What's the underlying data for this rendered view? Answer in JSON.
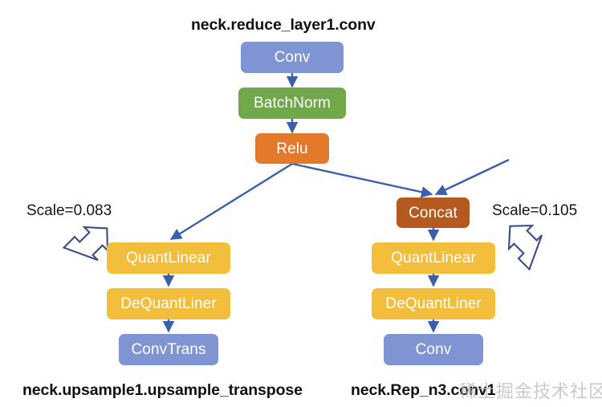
{
  "diagram": {
    "titles": {
      "top": "neck.reduce_layer1.conv",
      "bottom_left": "neck.upsample1.upsample_transpose",
      "bottom_right": "neck.Rep_n3.conv1"
    },
    "watermark": "稀土掘金技术社区",
    "annotations": {
      "left_scale": "Scale=0.083",
      "right_scale": "Scale=0.105"
    },
    "colors": {
      "conv_blue": "#8094D3",
      "batchnorm_green": "#70A84B",
      "relu_orange": "#E3792B",
      "concat_brown": "#B45A20",
      "quant_yellow": "#F2BE3C",
      "edge_blue": "#3B5FA8",
      "hollow_arrow_outline": "#3B4C87",
      "text_white": "#FFFFFF",
      "label_black": "#111111"
    },
    "nodes": {
      "conv_top": "Conv",
      "batchnorm": "BatchNorm",
      "relu": "Relu",
      "left_quantlinear": "QuantLinear",
      "left_dequantliner": "DeQuantLiner",
      "left_convtrans": "ConvTrans",
      "concat": "Concat",
      "right_quantlinear": "QuantLinear",
      "right_dequantliner": "DeQuantLiner",
      "right_conv": "Conv"
    }
  }
}
